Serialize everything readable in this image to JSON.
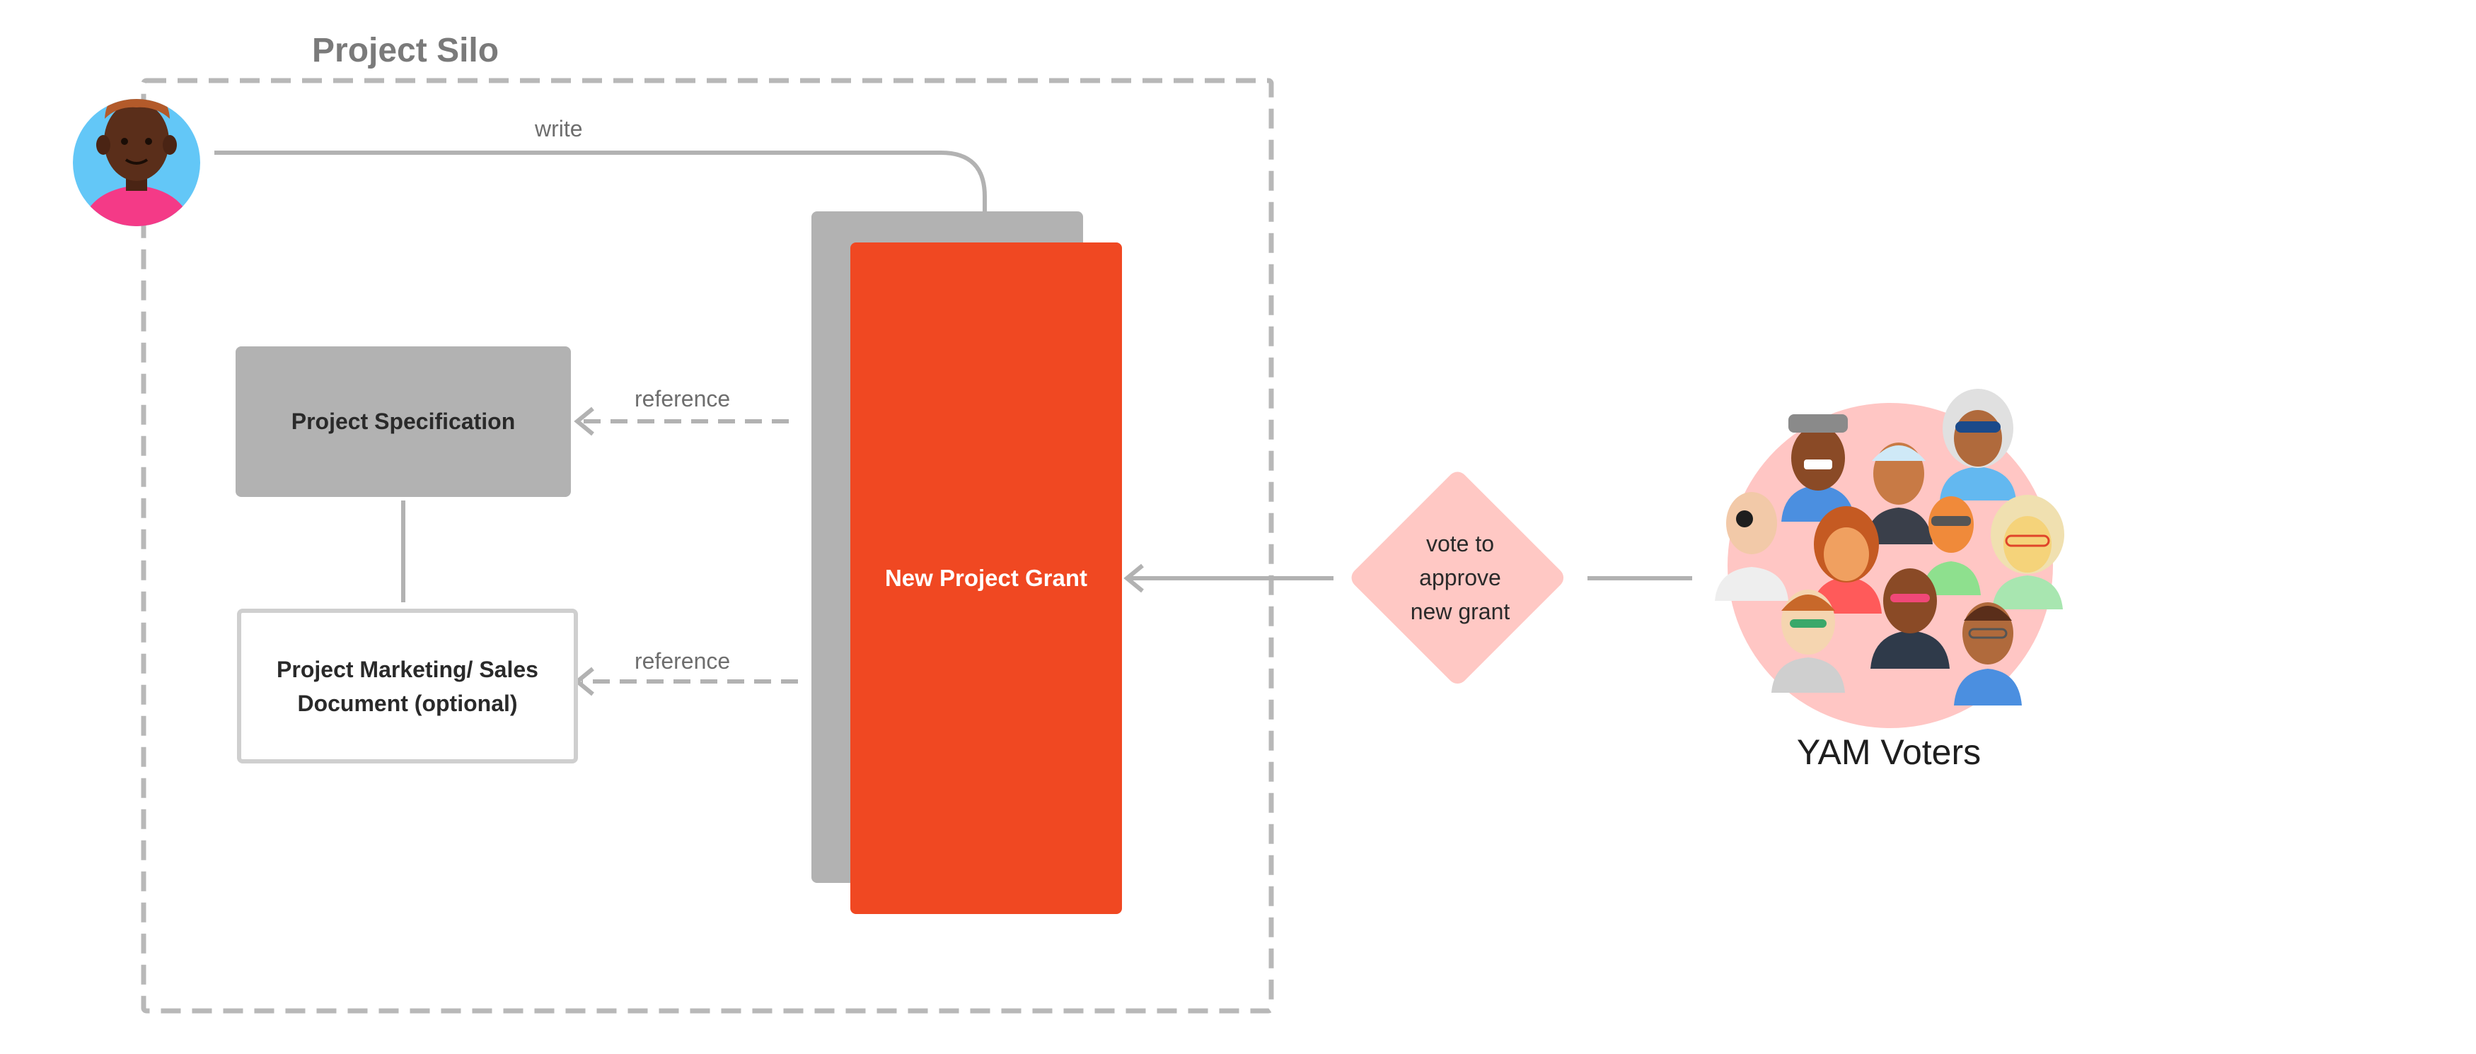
{
  "silo": {
    "title": "Project Silo"
  },
  "edges": {
    "write": "write",
    "reference_spec": "reference",
    "reference_marketing": "reference"
  },
  "nodes": {
    "specification": "Project Specification",
    "marketing": "Project Marketing/ Sales Document (optional)",
    "grant": "New Project Grant",
    "vote": [
      "vote to",
      "approve",
      "new grant"
    ],
    "voters": "YAM Voters"
  },
  "colors": {
    "grant": "#f04822",
    "gray_box": "#b2b2b2",
    "dashed_border": "#b8b8b8",
    "vote_diamond": "#ffc8c4",
    "voters_circle": "#ffc6c4",
    "avatar_bg": "#63c7f7",
    "avatar_shirt": "#f43a87"
  },
  "icons": {
    "author": "author-avatar-icon",
    "voters": "voters-group-icon"
  }
}
